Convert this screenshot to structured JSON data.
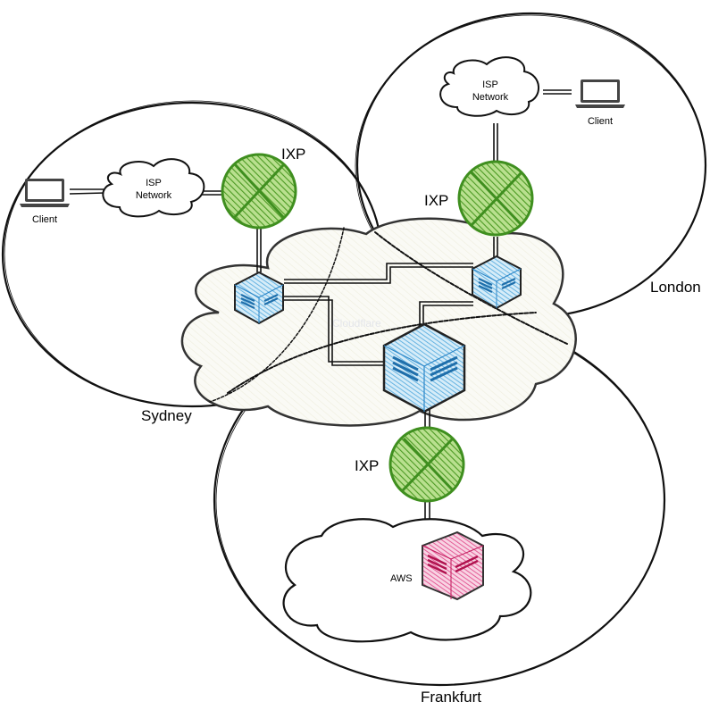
{
  "diagram": {
    "regions": [
      {
        "id": "sydney",
        "label": "Sydney"
      },
      {
        "id": "london",
        "label": "London"
      },
      {
        "id": "frankfurt",
        "label": "Frankfurt"
      }
    ],
    "backbone": {
      "label": "Cloudflare",
      "fill": "#f7f6ee"
    },
    "ixps": [
      {
        "id": "ixp-sydney",
        "label": "IXP",
        "color": "#3f8f1f"
      },
      {
        "id": "ixp-london",
        "label": "IXP",
        "color": "#3f8f1f"
      },
      {
        "id": "ixp-frankfurt",
        "label": "IXP",
        "color": "#3f8f1f"
      }
    ],
    "isp_clouds": [
      {
        "id": "isp-sydney",
        "line1": "ISP",
        "line2": "Network"
      },
      {
        "id": "isp-london",
        "line1": "ISP",
        "line2": "Network"
      }
    ],
    "clients": [
      {
        "id": "client-sydney",
        "label": "Client",
        "icon": "laptop-icon"
      },
      {
        "id": "client-london",
        "label": "Client",
        "icon": "laptop-icon"
      }
    ],
    "edge_nodes": [
      {
        "id": "edge-sydney",
        "color": "#1f7ab8"
      },
      {
        "id": "edge-london",
        "color": "#1f7ab8"
      },
      {
        "id": "edge-frankfurt",
        "color": "#1f7ab8"
      }
    ],
    "origin": {
      "label": "AWS",
      "color": "#c2185b"
    }
  }
}
